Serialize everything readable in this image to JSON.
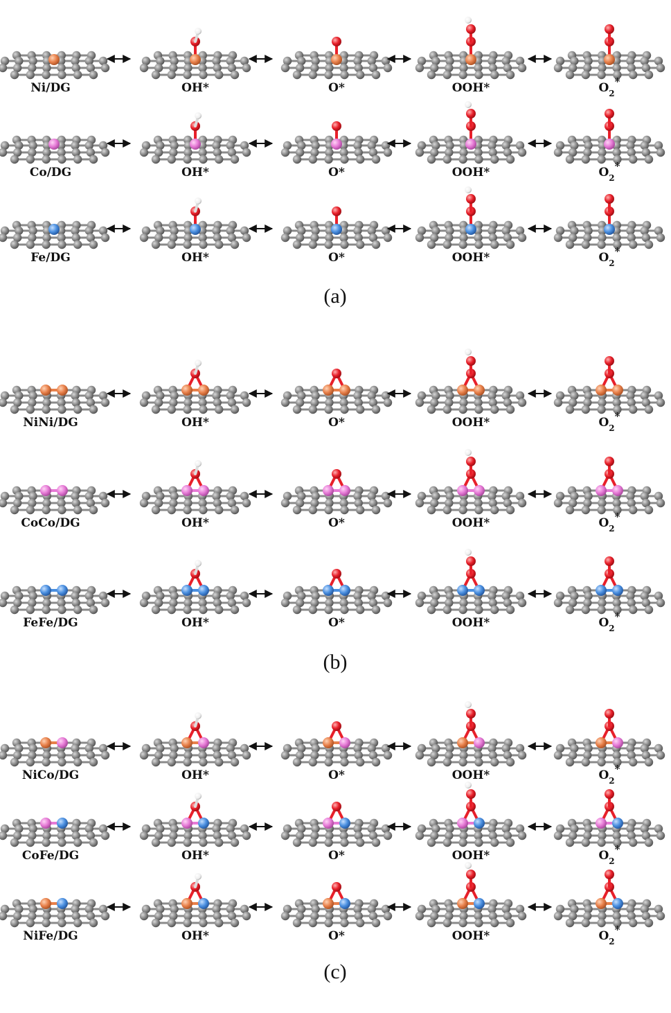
{
  "colors": {
    "carbon": "#8c8c8c",
    "Ni": "#e8804a",
    "Co": "#e67ad6",
    "Fe": "#4a8fe0",
    "O": "#e8202a",
    "H": "#f2f2f2",
    "arrow": "#111111"
  },
  "states": [
    {
      "key": "base",
      "label": "",
      "sub": "",
      "tail": ""
    },
    {
      "key": "OH",
      "label": "OH*",
      "sub": "",
      "tail": ""
    },
    {
      "key": "O",
      "label": "O*",
      "sub": "",
      "tail": ""
    },
    {
      "key": "OOH",
      "label": "OOH*",
      "sub": "",
      "tail": ""
    },
    {
      "key": "O2",
      "label": "O",
      "sub": "2",
      "tail": "*"
    }
  ],
  "panels": [
    {
      "label": "(a)",
      "rows": [
        {
          "catalyst": "Ni/DG",
          "metals": [
            "Ni"
          ]
        },
        {
          "catalyst": "Co/DG",
          "metals": [
            "Co"
          ]
        },
        {
          "catalyst": "Fe/DG",
          "metals": [
            "Fe"
          ]
        }
      ]
    },
    {
      "label": "(b)",
      "rows": [
        {
          "catalyst": "NiNi/DG",
          "metals": [
            "Ni",
            "Ni"
          ]
        },
        {
          "catalyst": "CoCo/DG",
          "metals": [
            "Co",
            "Co"
          ]
        },
        {
          "catalyst": "FeFe/DG",
          "metals": [
            "Fe",
            "Fe"
          ]
        }
      ]
    },
    {
      "label": "(c)",
      "rows": [
        {
          "catalyst": "NiCo/DG",
          "metals": [
            "Ni",
            "Co"
          ]
        },
        {
          "catalyst": "CoFe/DG",
          "metals": [
            "Co",
            "Fe"
          ]
        },
        {
          "catalyst": "NiFe/DG",
          "metals": [
            "Ni",
            "Fe"
          ]
        }
      ]
    }
  ],
  "arrow_symbol": "↔"
}
